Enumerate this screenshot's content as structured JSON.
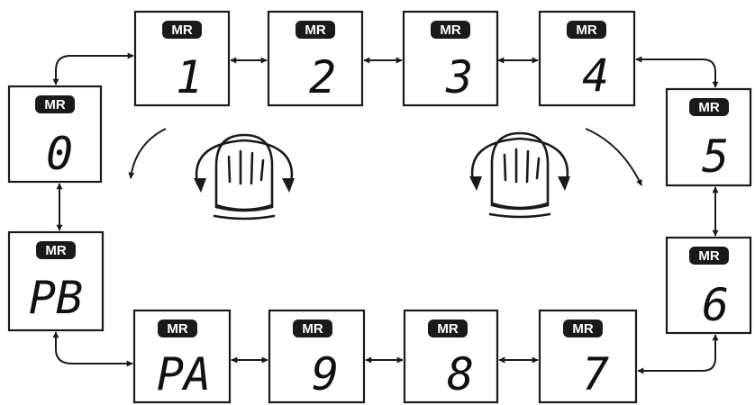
{
  "badge_label": "MR",
  "channels": [
    "0",
    "1",
    "2",
    "3",
    "4",
    "5",
    "6",
    "7",
    "8",
    "9",
    "PA",
    "PB"
  ],
  "colors": {
    "ink": "#1a1a1a",
    "paper": "#ffffff"
  },
  "icons": [
    "rotary-knob-icon",
    "rotary-knob-icon",
    "counterclockwise-arrow-icon",
    "clockwise-arrow-icon"
  ]
}
